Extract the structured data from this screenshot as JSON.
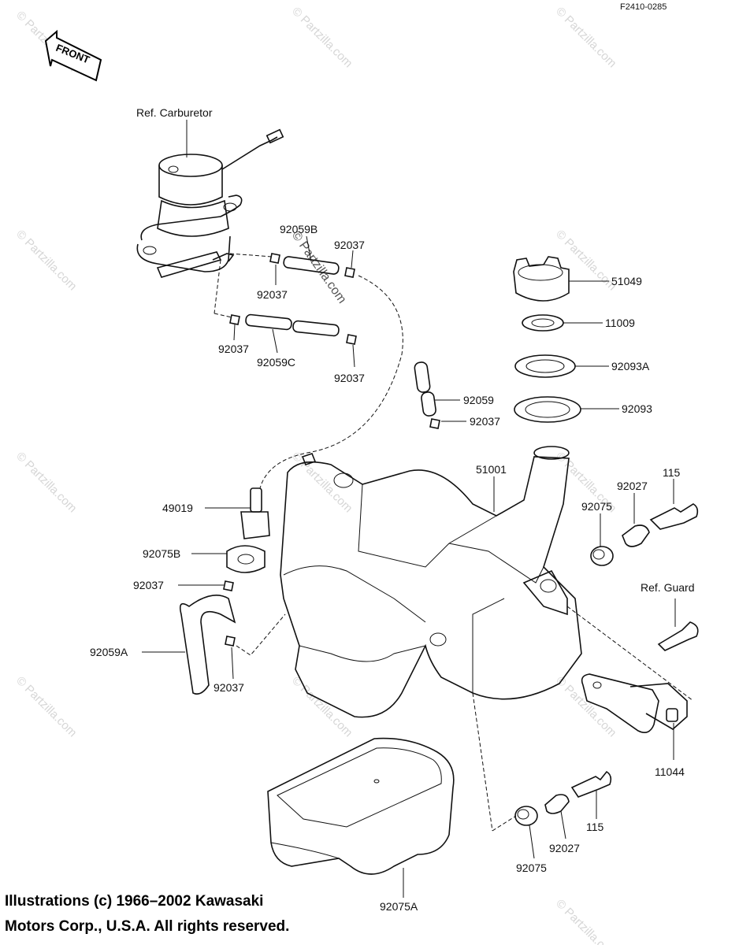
{
  "diagram_code": "F2410-0285",
  "front_label": "FRONT",
  "copyright_line1": "Illustrations (c) 1966–2002 Kawasaki",
  "copyright_line2": "Motors Corp., U.S.A.  All rights reserved.",
  "watermark_text": "© Partzilla.com",
  "callouts": {
    "ref_carburetor": "Ref. Carburetor",
    "ref_guard": "Ref. Guard",
    "p92059B": "92059B",
    "p92037_a": "92037",
    "p92037_b": "92037",
    "p92037_c": "92037",
    "p92059C": "92059C",
    "p92037_d": "92037",
    "p51049": "51049",
    "p11009": "11009",
    "p92093A": "92093A",
    "p92059": "92059",
    "p92093": "92093",
    "p92037_e": "92037",
    "p51001": "51001",
    "p115_a": "115",
    "p92027_a": "92027",
    "p92075_a": "92075",
    "p49019": "49019",
    "p92075B": "92075B",
    "p92037_f": "92037",
    "p92059A": "92059A",
    "p92037_g": "92037",
    "p11044": "11044",
    "p115_b": "115",
    "p92027_b": "92027",
    "p92075_b": "92075",
    "p92075A": "92075A"
  }
}
